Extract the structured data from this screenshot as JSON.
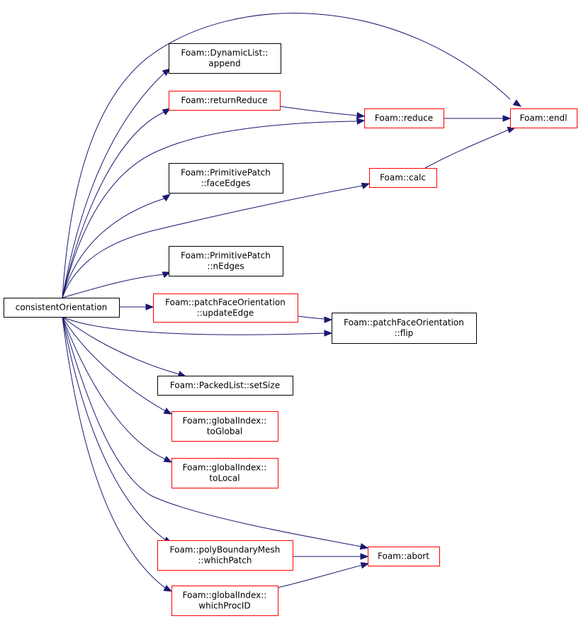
{
  "colors": {
    "edge": "#191970",
    "border_normal": "#000000",
    "border_truncated": "#ff0000",
    "root_fill": "#bfbfbf"
  },
  "nodes": {
    "root": {
      "lines": [
        "consistentOrientation"
      ],
      "style": "root"
    },
    "dynamiclist_append": {
      "lines": [
        "Foam::DynamicList::",
        "append"
      ],
      "style": "normal"
    },
    "returnreduce": {
      "lines": [
        "Foam::returnReduce"
      ],
      "style": "truncated"
    },
    "reduce": {
      "lines": [
        "Foam::reduce"
      ],
      "style": "truncated"
    },
    "endl": {
      "lines": [
        "Foam::endl"
      ],
      "style": "truncated"
    },
    "faceedges": {
      "lines": [
        "Foam::PrimitivePatch",
        "::faceEdges"
      ],
      "style": "normal"
    },
    "calc": {
      "lines": [
        "Foam::calc"
      ],
      "style": "truncated"
    },
    "nedges": {
      "lines": [
        "Foam::PrimitivePatch",
        "::nEdges"
      ],
      "style": "normal"
    },
    "updateedge": {
      "lines": [
        "Foam::patchFaceOrientation",
        "::updateEdge"
      ],
      "style": "truncated"
    },
    "flip": {
      "lines": [
        "Foam::patchFaceOrientation",
        "::flip"
      ],
      "style": "normal"
    },
    "setsize": {
      "lines": [
        "Foam::PackedList::setSize"
      ],
      "style": "normal"
    },
    "toglobal": {
      "lines": [
        "Foam::globalIndex::",
        "toGlobal"
      ],
      "style": "truncated"
    },
    "tolocal": {
      "lines": [
        "Foam::globalIndex::",
        "toLocal"
      ],
      "style": "truncated"
    },
    "whichpatch": {
      "lines": [
        "Foam::polyBoundaryMesh",
        "::whichPatch"
      ],
      "style": "truncated"
    },
    "abort": {
      "lines": [
        "Foam::abort"
      ],
      "style": "truncated"
    },
    "whichprocid": {
      "lines": [
        "Foam::globalIndex::",
        "whichProcID"
      ],
      "style": "truncated"
    }
  },
  "edges": [
    [
      "root",
      "endl"
    ],
    [
      "root",
      "dynamiclist_append"
    ],
    [
      "root",
      "returnreduce"
    ],
    [
      "root",
      "reduce"
    ],
    [
      "root",
      "faceedges"
    ],
    [
      "root",
      "calc"
    ],
    [
      "root",
      "nedges"
    ],
    [
      "root",
      "updateedge"
    ],
    [
      "root",
      "flip"
    ],
    [
      "root",
      "setsize"
    ],
    [
      "root",
      "toglobal"
    ],
    [
      "root",
      "tolocal"
    ],
    [
      "root",
      "abort"
    ],
    [
      "root",
      "whichpatch"
    ],
    [
      "root",
      "whichprocid"
    ],
    [
      "returnreduce",
      "reduce"
    ],
    [
      "reduce",
      "endl"
    ],
    [
      "calc",
      "endl"
    ],
    [
      "updateedge",
      "flip"
    ],
    [
      "whichpatch",
      "abort"
    ],
    [
      "whichprocid",
      "abort"
    ]
  ]
}
